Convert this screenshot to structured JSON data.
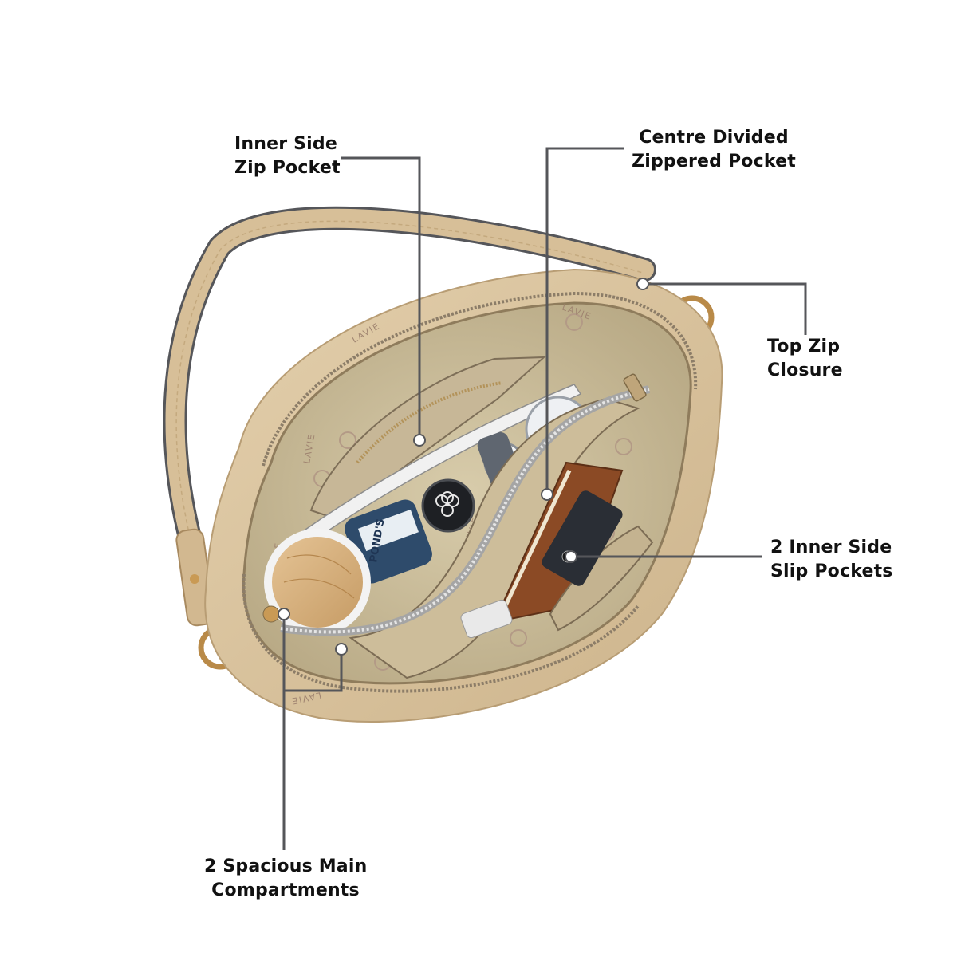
{
  "callouts": {
    "inner_zip": {
      "line1": "Inner Side",
      "line2": "Zip Pocket"
    },
    "centre_divided": {
      "line1": "Centre Divided",
      "line2": "Zippered Pocket"
    },
    "top_zip": {
      "line1": "Top Zip",
      "line2": "Closure"
    },
    "slip_pockets": {
      "line1": "2 Inner Side",
      "line2": "Slip Pockets"
    },
    "main_compartments": {
      "line1": "2 Spacious Main",
      "line2": "Compartments"
    }
  },
  "bag_prints": [
    "LAVIE",
    "LAVIE",
    "LAVIE",
    "LAVIE",
    "LAVIE",
    "LAVIE"
  ],
  "product_text": {
    "cream_jar": "POND'S"
  },
  "colors": {
    "leader_line": "#55565a",
    "bag_beige": "#d9c3a0",
    "lining": "#cbbf9f",
    "logo_print": "#b39a86",
    "marker_dot": "#ffffff",
    "gold_hardware": "#b98a48"
  }
}
